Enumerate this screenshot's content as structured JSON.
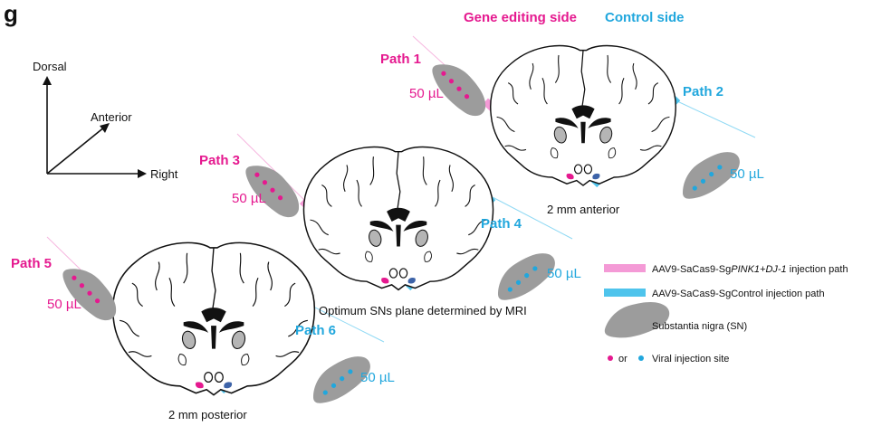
{
  "panel_letter": "g",
  "header": {
    "gene_side": "Gene editing side",
    "control_side": "Control side"
  },
  "axes": {
    "dorsal": "Dorsal",
    "anterior": "Anterior",
    "right": "Right"
  },
  "paths": [
    {
      "label": "Path 1",
      "volume": "50 µL"
    },
    {
      "label": "Path 2",
      "volume": "50 µL"
    },
    {
      "label": "Path 3",
      "volume": "50 µL"
    },
    {
      "label": "Path 4",
      "volume": "50 µL"
    },
    {
      "label": "Path 5",
      "volume": "50 µL"
    },
    {
      "label": "Path 6",
      "volume": "50 µL"
    }
  ],
  "slices": {
    "anterior": "2 mm anterior",
    "middle": "Optimum SNs plane determined by MRI",
    "posterior": "2 mm posterior"
  },
  "legend": {
    "gene_path_prefix": "AAV9-SaCas9-Sg",
    "gene_path_italic": "PINK1+DJ-1",
    "gene_path_suffix": " injection path",
    "control_path": "AAV9-SaCas9-SgControl injection path",
    "sn": "Substantia nigra (SN)",
    "or": "or",
    "site": "Viral injection site"
  },
  "colors": {
    "magenta": "#e5198f",
    "pink_path": "#f49ad6",
    "cyan": "#21a7dd",
    "blue_path": "#4fc4ec",
    "sn_gray": "#9c9c9c",
    "ink": "#111111"
  },
  "icons": [
    "axis-arrows-icon",
    "brain-slice-icon",
    "substantia-nigra-icon",
    "injection-dot-icon"
  ]
}
